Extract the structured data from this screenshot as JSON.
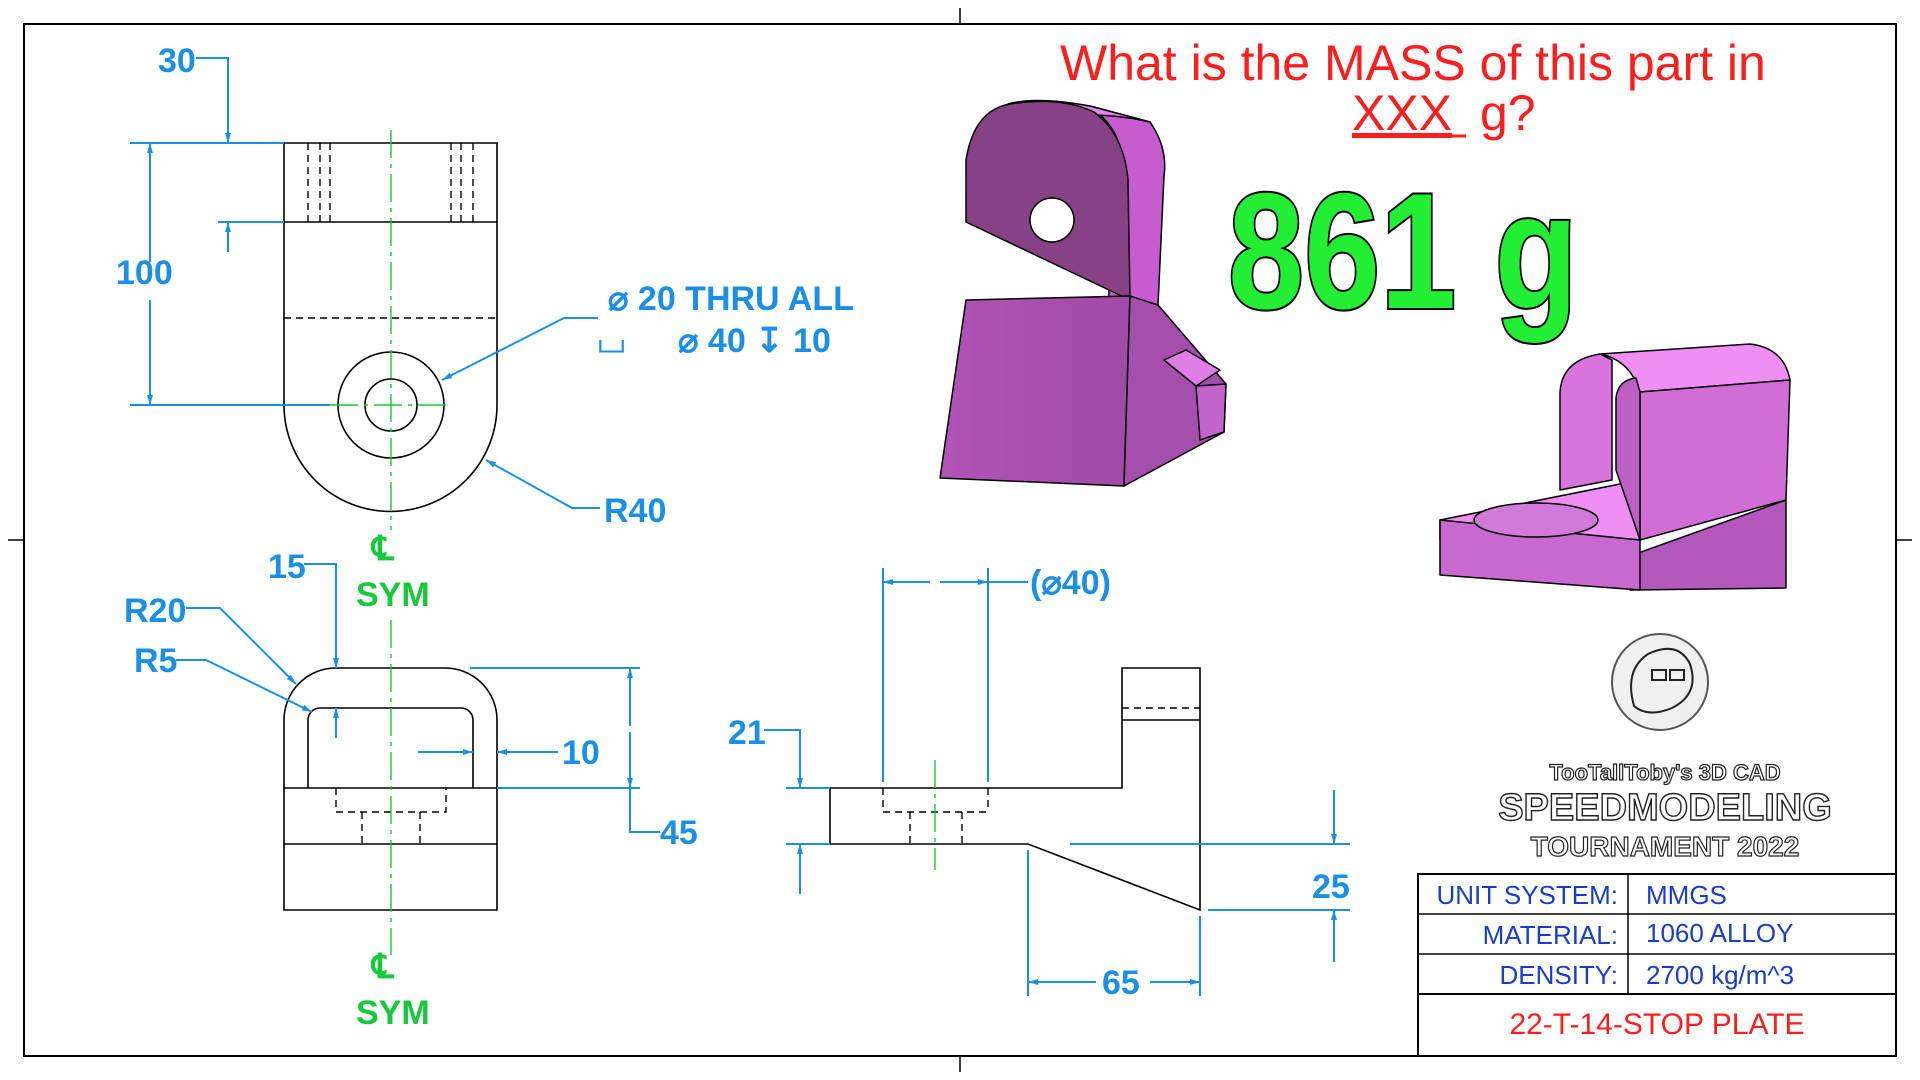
{
  "question": {
    "line1": "What is the MASS of this part in",
    "xxx": "XXX",
    "unit": "g?"
  },
  "answer": "861 g",
  "dimensions": {
    "d30": "30",
    "d100": "100",
    "hole_callout_1": "⌀ 20 THRU ALL",
    "hole_callout_2_prefix": "⌴",
    "hole_callout_2": "⌀ 40 ↧ 10",
    "r40": "R40",
    "d15": "15",
    "r20": "R20",
    "r5": "R5",
    "d10": "10",
    "d45": "45",
    "d40_ref": "(⌀40)",
    "d21": "21",
    "d25": "25",
    "d65": "65"
  },
  "symmetry": {
    "cl": "℄",
    "sym": "SYM"
  },
  "logo": {
    "line1": "TooTallToby's 3D CAD",
    "line2": "SPEEDMODELING",
    "line3": "TOURNAMENT 2022"
  },
  "title_block": {
    "unit_label": "UNIT SYSTEM:",
    "unit_value": "MMGS",
    "material_label": "MATERIAL:",
    "material_value": "1060 ALLOY",
    "density_label": "DENSITY:",
    "density_value": "2700 kg/m^3",
    "part_name": "22-T-14-STOP PLATE"
  },
  "colors": {
    "dimension": "#1b8fe6",
    "centerline": "#17c83a",
    "part": "#d86ae0",
    "answer": "#22ee33",
    "question": "#ff1e1e",
    "title_block_text": "#1a3cc8"
  }
}
